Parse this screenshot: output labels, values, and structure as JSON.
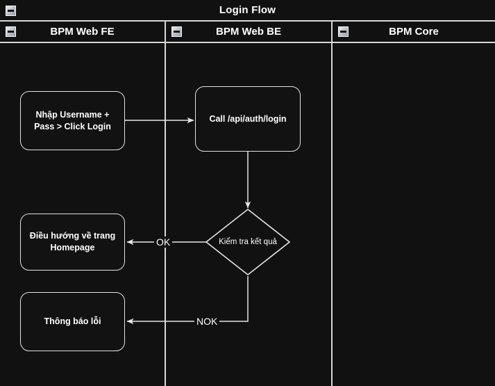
{
  "pool": {
    "title": "Login Flow",
    "collapse_icon": "minus-box-icon"
  },
  "lanes": [
    {
      "id": "bpm-web-fe",
      "label": "BPM Web FE",
      "collapse_icon": "minus-box-icon"
    },
    {
      "id": "bpm-web-be",
      "label": "BPM Web BE",
      "collapse_icon": "minus-box-icon"
    },
    {
      "id": "bpm-core",
      "label": "BPM Core",
      "collapse_icon": "minus-box-icon"
    }
  ],
  "nodes": {
    "input_credentials": "Nhập Username +\nPass > Click Login",
    "call_login_api": "Call /api/auth/login",
    "check_result": "Kiểm tra kết quả",
    "redirect_homepage": "Điều hướng về trang\nHomepage",
    "show_error": "Thông báo lỗi"
  },
  "edge_labels": {
    "ok": "OK",
    "nok": "NOK"
  },
  "colors": {
    "background": "#0d0d0d",
    "lane_fill": "#111111",
    "stroke": "#d8d8d8",
    "node_stroke": "#e4e4e4",
    "text": "#ffffff",
    "icon_face": "#b8bec6"
  }
}
